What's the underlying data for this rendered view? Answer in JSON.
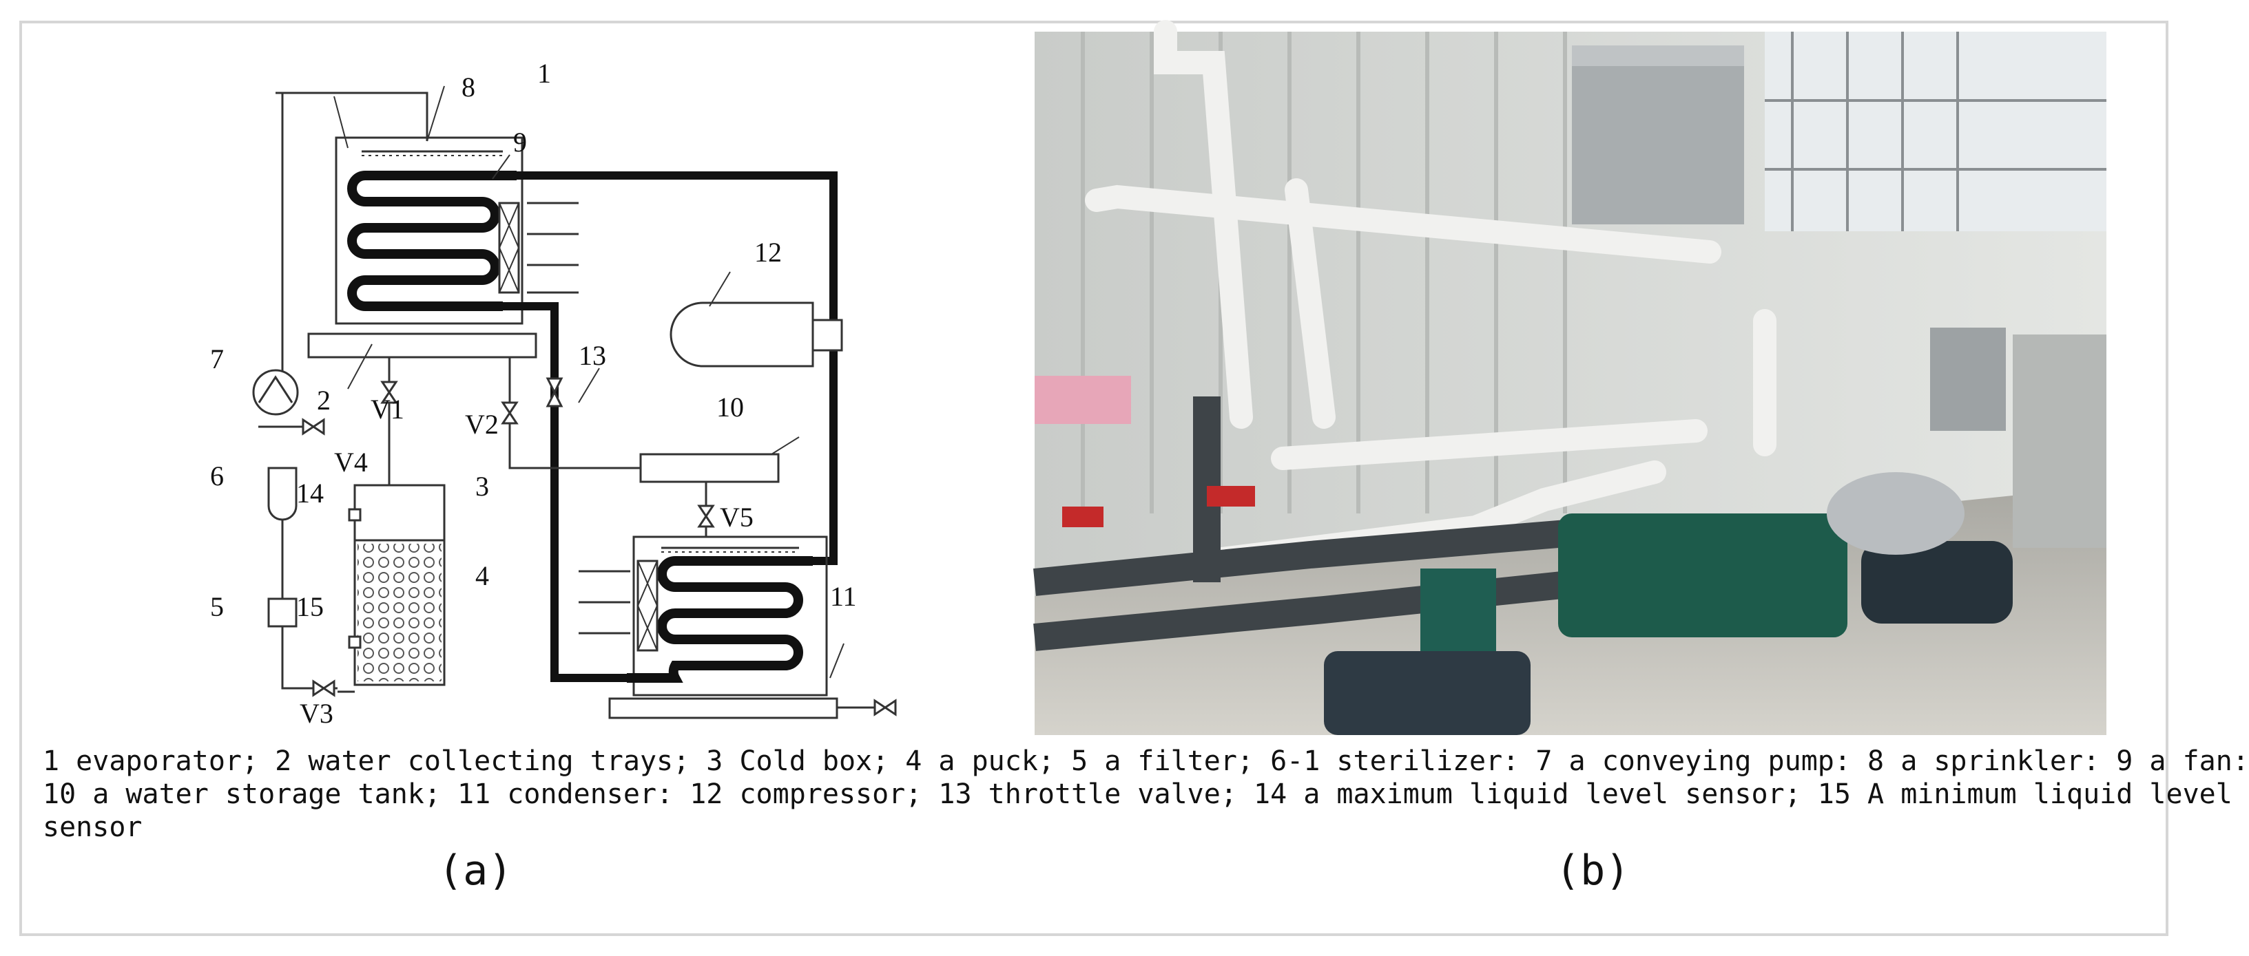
{
  "schematic": {
    "component_numbers": [
      "1",
      "2",
      "3",
      "4",
      "5",
      "6",
      "7",
      "8",
      "9",
      "10",
      "11",
      "12",
      "13",
      "14",
      "15"
    ],
    "valve_labels": [
      "V1",
      "V2",
      "V3",
      "V4",
      "V5"
    ]
  },
  "caption": {
    "line1": "1 evaporator; 2 water collecting trays; 3 Cold box; 4 a puck; 5 a filter; 6-1 sterilizer: 7 a conveying pump: 8 a sprinkler: 9 a fan:",
    "line2": "10 a water storage tank; 11 condenser: 12 compressor; 13 throttle valve; 14 a maximum liquid level sensor; 15 A minimum liquid level",
    "line3": "sensor"
  },
  "panel_labels": {
    "a": "(a)",
    "b": "(b)"
  }
}
